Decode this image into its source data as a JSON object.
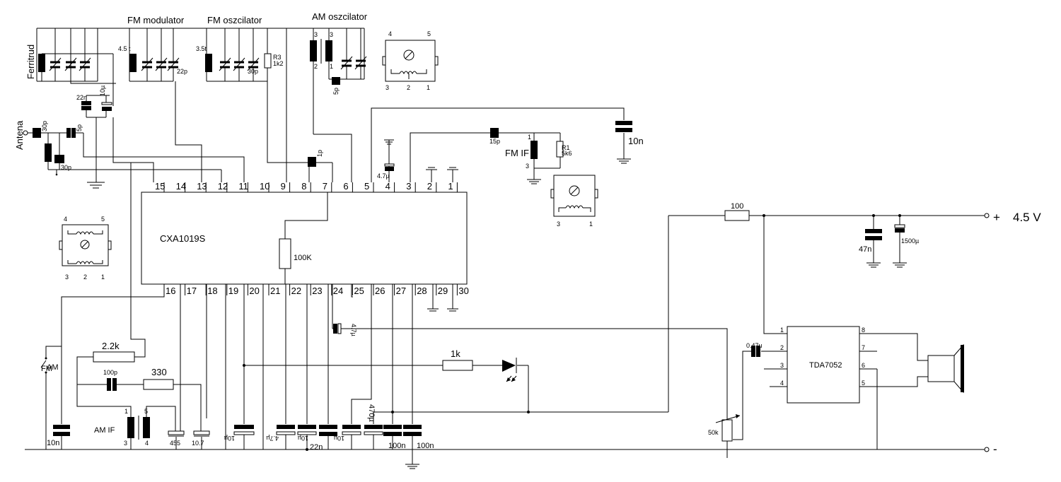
{
  "ic_main": {
    "name": "CXA1019S",
    "pins_top": [
      "15",
      "14",
      "13",
      "12",
      "11",
      "10",
      "9",
      "8",
      "7",
      "6",
      "5",
      "4",
      "3",
      "2",
      "1"
    ],
    "pins_bottom": [
      "16",
      "17",
      "18",
      "19",
      "20",
      "21",
      "22",
      "23",
      "24",
      "25",
      "26",
      "27",
      "28",
      "29",
      "30"
    ]
  },
  "ic_amp": {
    "name": "TDA7052",
    "pins_left": [
      "1",
      "2",
      "3",
      "4"
    ],
    "pins_right": [
      "8",
      "7",
      "6",
      "5"
    ]
  },
  "labels": {
    "ferritrud": "Ferritrud",
    "antena": "Antena",
    "fm_modulator": "FM modulator",
    "fm_oszcilator": "FM oszcilator",
    "am_oszcilator": "AM oszcilator",
    "fm_if": "FM IF",
    "am_if": "AM IF",
    "fm": "FM",
    "am": "AM",
    "supply_plus": "+",
    "supply_value": "4.5 V",
    "supply_minus": "-"
  },
  "components": {
    "c_22n_top": "22n",
    "c_10u_top": "10µ",
    "c_30p_ant": "30p",
    "c_5p_ant": "5p",
    "c_30p_low": "30p",
    "l_fm_mod": "4.5 t",
    "c_22p": "22p",
    "l_fm_osc": "3.5t",
    "r3": "R3",
    "r3_val": "1k2",
    "c_30p_osc": "30p",
    "c_5p_am": "5p",
    "c_1p": "1p",
    "c_4_7u_pin4": "4.7µ",
    "c_15p": "15p",
    "r1": "R1",
    "r1_val": "5k6",
    "c_10n_right": "10n",
    "r_100k": "100K",
    "r_100": "100",
    "c_47n": "47n",
    "c_1500u": "1500µ",
    "c_4_7u_mid": "4.7µ",
    "r_2_2k": "2.2k",
    "c_100p": "100p",
    "r_330": "330",
    "r_1k": "1k",
    "c_0_47u": "0.47u",
    "pot_50k": "50k",
    "c_10n_left": "10n",
    "f_455": "455",
    "f_10_7": "10.7",
    "c_10u_20": "10µ",
    "c_4_7u_22": "4.7µ",
    "c_10u_23": "10µ",
    "c_22n_24": "22n",
    "c_10u_25": "10µ",
    "c_470u": "470µ",
    "c_100n_a": "100n",
    "c_100n_b": "100n"
  },
  "coil_pins": {
    "am_osc_coil": [
      "3",
      "3",
      "2",
      "1"
    ],
    "fm_if_coil": [
      "1",
      "3"
    ],
    "am_if_coil": [
      "1",
      "5",
      "3",
      "4"
    ],
    "box_top": [
      "4",
      "5",
      "3",
      "2",
      "1"
    ],
    "box_mid": [
      "3",
      "1"
    ],
    "box_left": [
      "4",
      "5",
      "3",
      "2",
      "1"
    ]
  }
}
